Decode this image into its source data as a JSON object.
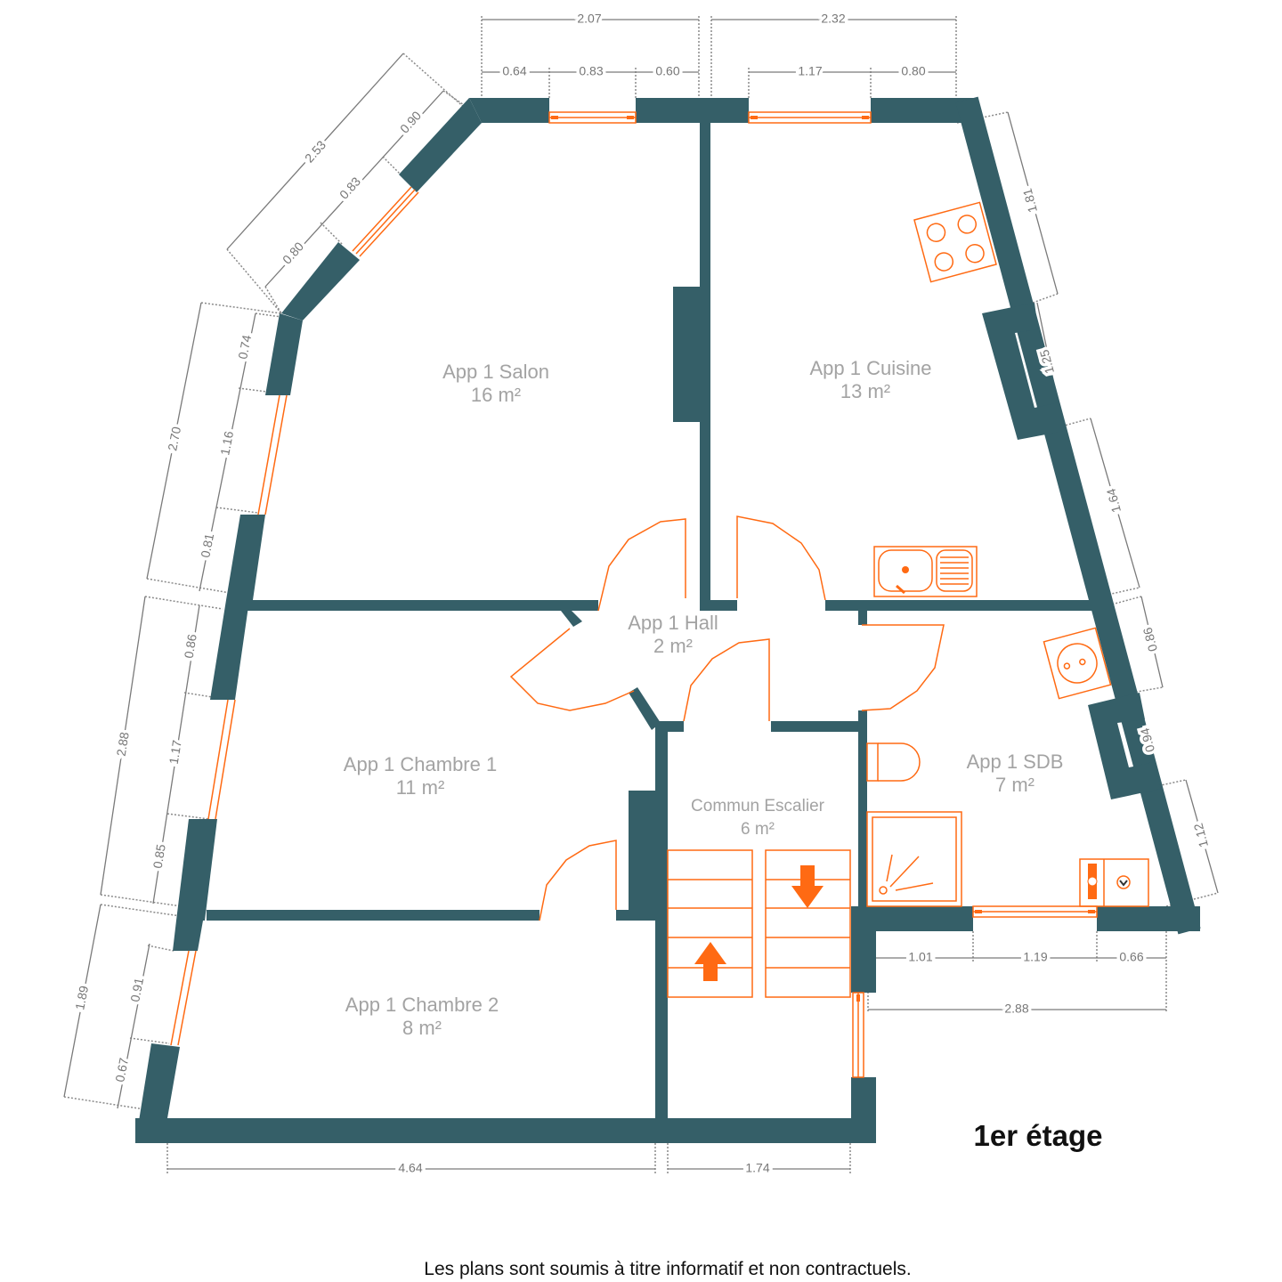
{
  "colors": {
    "wall": "#355f68",
    "fixture": "#ff6a13",
    "dimension": "#777777",
    "room_label": "#a3a3a3"
  },
  "rooms": {
    "salon": {
      "name": "App 1 Salon",
      "area": "16 m²"
    },
    "cuisine": {
      "name": "App 1 Cuisine",
      "area": "13 m²"
    },
    "hall": {
      "name": "App 1 Hall",
      "area": "2 m²"
    },
    "chambre1": {
      "name": "App 1 Chambre 1",
      "area": "11 m²"
    },
    "chambre2": {
      "name": "App 1 Chambre 2",
      "area": "8 m²"
    },
    "escalier": {
      "name": "Commun Escalier",
      "area": "6 m²"
    },
    "sdb": {
      "name": "App 1 SDB",
      "area": "7 m²"
    }
  },
  "dimensions": {
    "top": [
      "2.07",
      "0.64",
      "0.83",
      "0.60",
      "2.32",
      "1.17",
      "0.80"
    ],
    "northwest": [
      "2.53",
      "0.90",
      "0.83",
      "0.80"
    ],
    "left": [
      "0.74",
      "2.70",
      "1.16",
      "0.81",
      "0.86",
      "2.88",
      "1.17",
      "0.85",
      "1.89",
      "0.91",
      "0.67"
    ],
    "right": [
      "1.81",
      "1.25",
      "1.64",
      "0.86",
      "0.94",
      "1.12"
    ],
    "bottom": [
      "1.01",
      "1.19",
      "0.66",
      "2.88",
      "4.64",
      "1.74"
    ]
  },
  "floor_label": "1er étage",
  "disclaimer": "Les plans sont soumis à titre informatif et non contractuels."
}
